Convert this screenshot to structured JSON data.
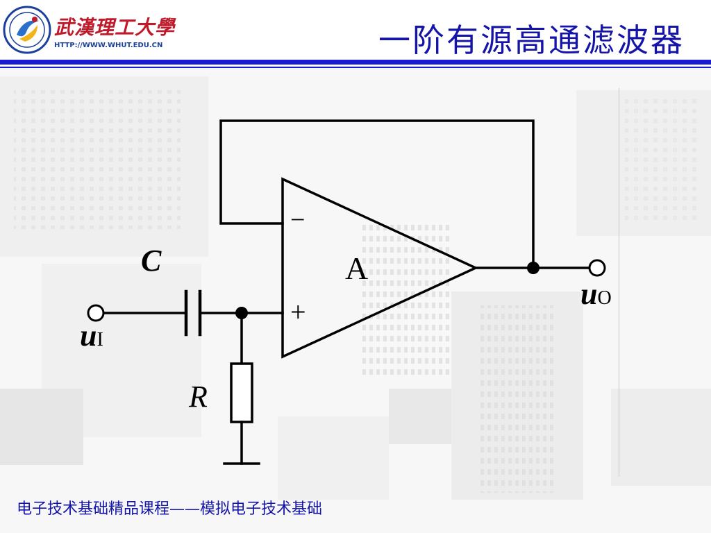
{
  "header": {
    "university_name": "武漢理工大學",
    "university_url": "HTTP://WWW.WHUT.EDU.CN",
    "slide_title": "一阶有源高通滤波器"
  },
  "circuit": {
    "opamp_label": "A",
    "inverting_sign": "−",
    "noninverting_sign": "+",
    "capacitor_label": "C",
    "resistor_label": "R",
    "input_symbol": "u",
    "input_subscript": "I",
    "output_symbol": "u",
    "output_subscript": "O"
  },
  "footer": {
    "text": "电子技术基础精品课程——模拟电子技术基础"
  },
  "colors": {
    "title_blue": "#1414a8",
    "rule_blue": "#1b1bd6",
    "logo_red": "#c0192a"
  }
}
